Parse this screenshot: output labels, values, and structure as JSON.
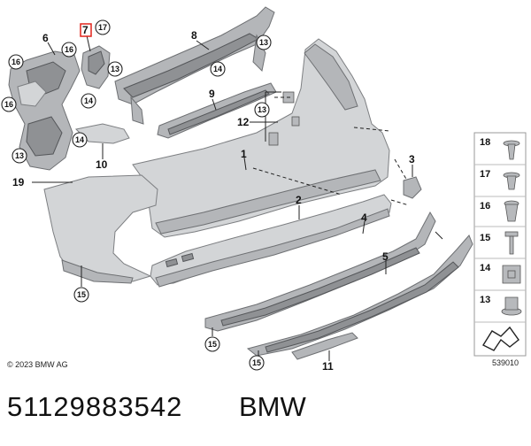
{
  "copyright": "© 2023 BMW AG",
  "diagram_number": "539010",
  "footer": {
    "part_number": "51129883542",
    "brand": "BMW"
  },
  "labels": {
    "p1": "1",
    "p2": "2",
    "p3": "3",
    "p4": "4",
    "p5": "5",
    "p6": "6",
    "p7": "7",
    "p8": "8",
    "p9": "9",
    "p10": "10",
    "p11": "11",
    "p12": "12",
    "p19": "19"
  },
  "callouts": {
    "c13a": "13",
    "c13b": "13",
    "c13c": "13",
    "c13d": "13",
    "c14a": "14",
    "c14b": "14",
    "c14c": "14",
    "c15a": "15",
    "c15b": "15",
    "c15c": "15",
    "c16a": "16",
    "c16b": "16",
    "c16c": "16",
    "c17": "17",
    "c18": "18"
  },
  "hardware_panel": [
    {
      "label": "18",
      "icon": "push-rivet-icon"
    },
    {
      "label": "17",
      "icon": "expanding-rivet-icon"
    },
    {
      "label": "16",
      "icon": "clip-icon"
    },
    {
      "label": "15",
      "icon": "screw-icon"
    },
    {
      "label": "14",
      "icon": "nut-clip-icon"
    },
    {
      "label": "13",
      "icon": "collar-nut-icon"
    }
  ],
  "highlight_color": "#e2231a"
}
